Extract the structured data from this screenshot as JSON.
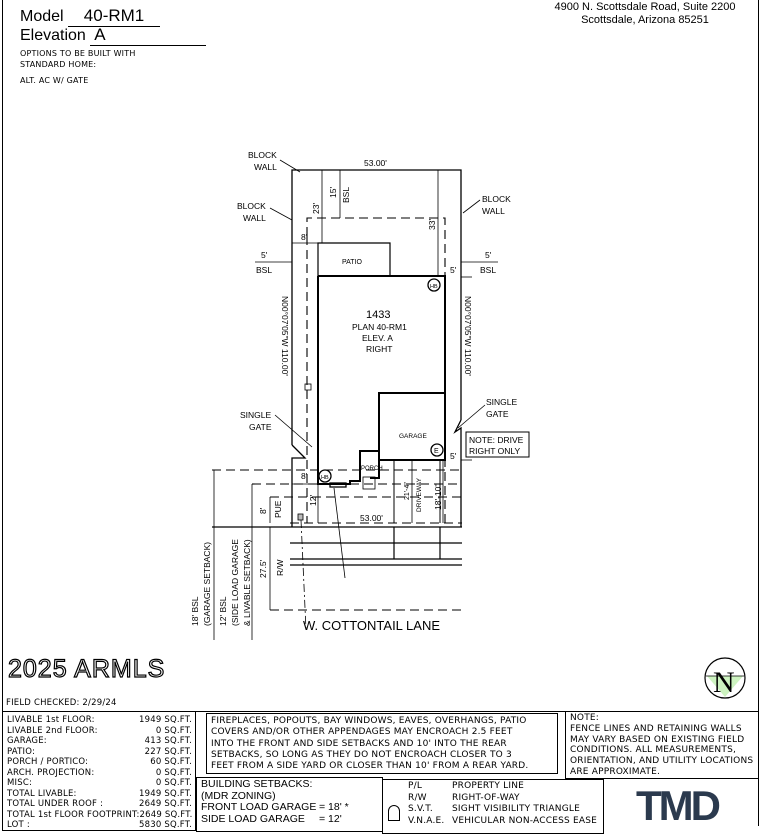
{
  "header": {
    "model_label": "Model",
    "model_value": "40-RM1",
    "elevation_label": "Elevation",
    "elevation_value": "A",
    "options_title": "OPTIONS TO BE BUILT WITH",
    "options_title2": "STANDARD HOME:",
    "option_item": "ALT. AC W/ GATE",
    "address_line1": "4900 N. Scottsdale Road, Suite 2200",
    "address_line2": "Scottsdale, Arizona 85251"
  },
  "plan": {
    "block_wall_1": "BLOCK",
    "block_wall_1b": "WALL",
    "block_wall_2": "BLOCK",
    "block_wall_2b": "WALL",
    "block_wall_3": "BLOCK",
    "block_wall_3b": "WALL",
    "rear_width": "53.00'",
    "front_width": "53.00'",
    "dim_15": "15'",
    "bsl": "BSL",
    "dim_23": "23'",
    "dim_33": "33'",
    "dim_8_top": "8'",
    "side_left_dim": "5'",
    "side_left_bsl": "BSL",
    "side_right_dim": "5'",
    "side_right_bsl": "BSL",
    "dim_5_right": "5'",
    "dim_5_right2": "5'",
    "patio": "PATIO",
    "lot_number": "1433",
    "plan_name": "PLAN 40-RM1",
    "elev": "ELEV. A",
    "orientation": "RIGHT",
    "bearing_left": "N00°07'05\"W 110.00'",
    "bearing_right": "N00°07'05\"W 110.00'",
    "single_gate_left": "SINGLE",
    "single_gate_left_b": "GATE",
    "single_gate_right": "SINGLE",
    "single_gate_right_b": "GATE",
    "garage": "GARAGE",
    "note_drive": "NOTE: DRIVE",
    "note_drive_b": "RIGHT ONLY",
    "porch": "PORCH",
    "hb": "HB",
    "e": "E",
    "dim_8_front": "8'",
    "dim_12": "12'",
    "dim_8_pue": "8'",
    "pue": "PUE",
    "dim_21_4": "21'-4\"",
    "driveway": "DRIVEWAY",
    "dim_18_10": "18'-10\"",
    "dim_27_5": "27.5'",
    "rw": "R/W",
    "garage_setback": "18' BSL",
    "garage_setback_b": "(GARAGE SETBACK)",
    "side_setback": "12' BSL",
    "side_setback_b": "(SIDE LOAD GARAGE",
    "side_setback_c": "& LIVABLE SETBACK)",
    "street": "W. COTTONTAIL LANE",
    "north": "N"
  },
  "field_checked": "FIELD CHECKED: 2/29/24",
  "areas": [
    {
      "label": "LIVABLE 1st FLOOR:",
      "value": "1949 SQ.FT."
    },
    {
      "label": "LIVABLE 2nd FLOOR:",
      "value": "0 SQ.FT."
    },
    {
      "label": "GARAGE:",
      "value": "413 SQ.FT."
    },
    {
      "label": "PATIO:",
      "value": "227 SQ.FT."
    },
    {
      "label": "PORCH / PORTICO:",
      "value": "60 SQ.FT."
    },
    {
      "label": "ARCH. PROJECTION:",
      "value": "0 SQ.FT."
    },
    {
      "label": "MISC:",
      "value": "0 SQ.FT."
    },
    {
      "label": "TOTAL LIVABLE:",
      "value": "1949 SQ.FT."
    },
    {
      "label": "TOTAL UNDER ROOF :",
      "value": "2649 SQ.FT."
    },
    {
      "label": "TOTAL 1st FLOOR FOOTPRINT:",
      "value": "2649 SQ.FT."
    },
    {
      "label": "LOT :",
      "value": "5830 SQ.FT."
    }
  ],
  "encroach_note": [
    "FIREPLACES, POPOUTS, BAY WINDOWS, EAVES, OVERHANGS, PATIO",
    "COVERS AND/OR OTHER APPENDAGES MAY ENCROACH 2.5 FEET",
    "INTO THE FRONT AND SIDE SETBACKS AND 10' INTO THE REAR",
    "SETBACKS, SO LONG AS THEY DO NOT ENCROACH CLOSER TO 3",
    "FEET FROM A SIDE YARD OR CLOSER THAN 10' FROM A REAR YARD."
  ],
  "note": [
    "NOTE:",
    "FENCE LINES AND RETAINING WALLS",
    "MAY VARY BASED ON EXISTING FIELD",
    "CONDITIONS.  ALL MEASUREMENTS,",
    "ORIENTATION, AND UTILITY LOCATIONS",
    "ARE APPROXIMATE."
  ],
  "setbacks": {
    "title": "BUILDING SETBACKS:",
    "zoning": "(MDR ZONING)",
    "front_label": "FRONT LOAD GARAGE",
    "front_value": "= 18' *",
    "side_label": "SIDE LOAD GARAGE",
    "side_value": "= 12'"
  },
  "legend": [
    {
      "abbr": "P/L",
      "meaning": "PROPERTY LINE"
    },
    {
      "abbr": "R/W",
      "meaning": "RIGHT-OF-WAY"
    },
    {
      "abbr": "S.V.T.",
      "meaning": "SIGHT VISIBILITY TRIANGLE"
    },
    {
      "abbr": "V.N.A.E.",
      "meaning": "VEHICULAR NON-ACCESS EASE"
    }
  ],
  "logo": "TMD",
  "watermark": "2025 ARMLS",
  "colors": {
    "logo": "#2b3a4e",
    "north_fill": "#cdf3c0"
  }
}
